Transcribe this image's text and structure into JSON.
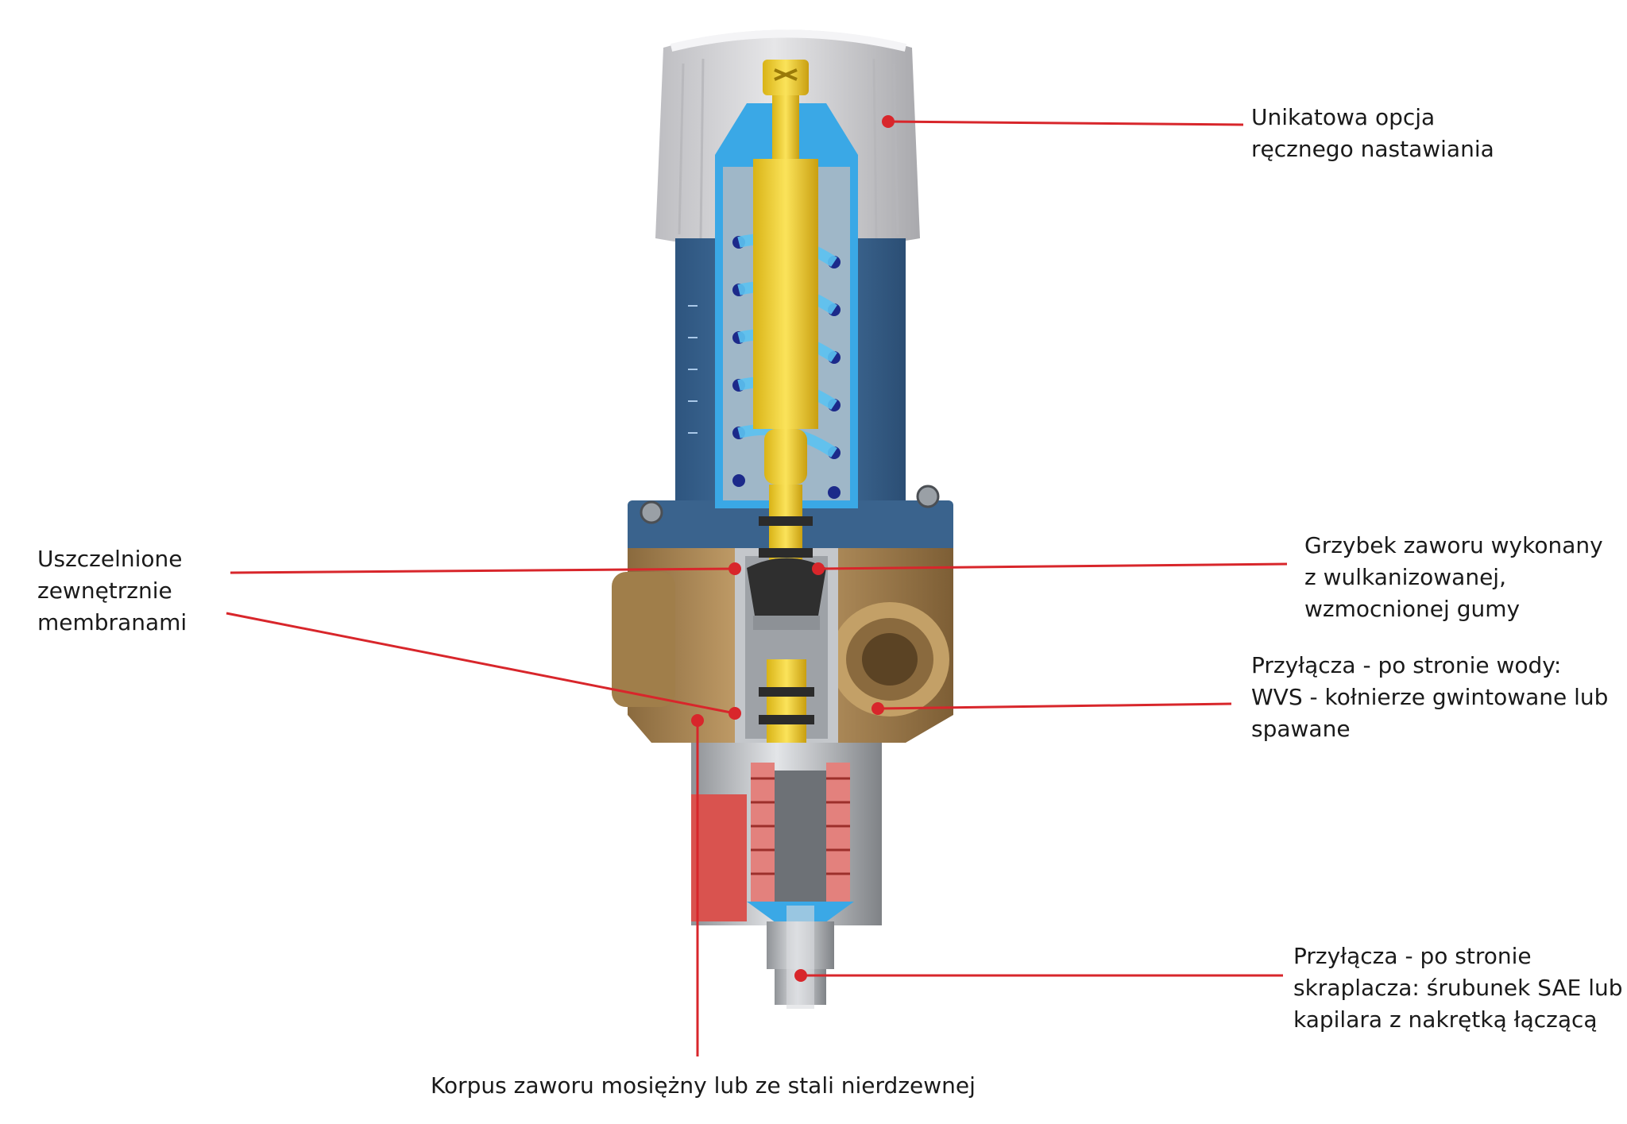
{
  "labels": {
    "manual_setting": [
      "Unikatowa opcja",
      "ręcznego nastawiania"
    ],
    "sealed_membranes": [
      "Uszczelnione",
      "zewnętrznie",
      "membranami"
    ],
    "valve_plug": [
      "Grzybek zaworu wykonany",
      "z wulkanizowanej,",
      "wzmocnionej gumy"
    ],
    "water_connections": [
      "Przyłącza - po stronie wody:",
      "WVS - kołnierze gwintowane lub",
      "spawane"
    ],
    "condenser_connections": [
      "Przyłącza - po stronie",
      "skraplacza: śrubunek SAE lub",
      "kapilara z nakrętką łączącą"
    ],
    "valve_body": [
      "Korpus zaworu mosiężny lub ze stali nierdzewnej"
    ]
  },
  "colors": {
    "leader_line": "#d8262b",
    "label_text": "#1a1a1a",
    "knob": "#d6d6d8",
    "housing_blue": "#3f6b99",
    "inner_blue": "#3aa8e6",
    "spindle_yellow": "#f2d22a",
    "brass_body": "#b08a55",
    "rubber_dark": "#2b2b2b",
    "steel": "#b9bcc0",
    "bellows_red": "#d9534f"
  }
}
